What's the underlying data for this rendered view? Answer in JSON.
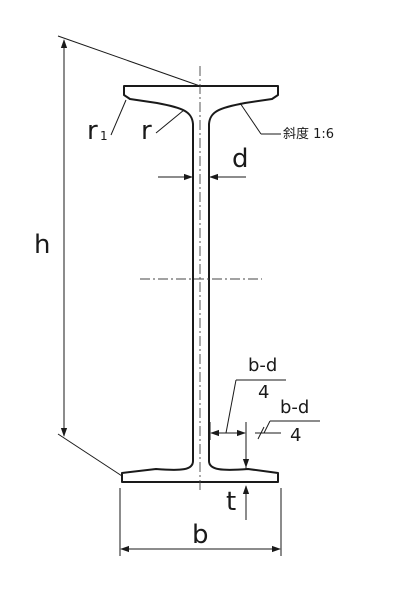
{
  "labels": {
    "height": "h",
    "flange_width": "b",
    "web_thickness": "d",
    "flange_thickness": "t",
    "root_radius": "r",
    "toe_radius": "r",
    "toe_radius_subscript": "1",
    "slope": "斜度 1:6",
    "quarter_numerator": "b-d",
    "quarter_denominator": "4"
  },
  "colors": {
    "line": "#1a1a1a",
    "background": "#ffffff"
  }
}
